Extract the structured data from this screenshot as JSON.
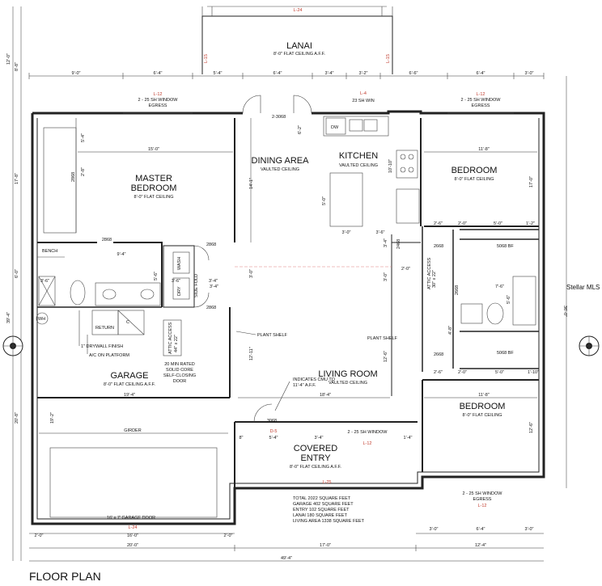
{
  "title": "FLOOR PLAN",
  "watermark": "Stellar MLS",
  "rooms": {
    "lanai": {
      "name": "LANAI",
      "ceiling": "8'-0\" FLAT CEILING A.F.F."
    },
    "dining": {
      "name": "DINING AREA",
      "ceiling": "VAULTED CEILING"
    },
    "kitchen": {
      "name": "KITCHEN",
      "ceiling": "VAULTED CEILING"
    },
    "master": {
      "name_1": "MASTER",
      "name_2": "BEDROOM",
      "ceiling": "8'-0\" FLAT CEILING"
    },
    "bed1": {
      "name": "BEDROOM",
      "ceiling": "8'-0\" FLAT CEILING"
    },
    "bed2": {
      "name": "BEDROOM",
      "ceiling": "8'-0\" FLAT CEILING"
    },
    "living": {
      "name": "LIVING ROOM",
      "ceiling": "VAULTED CEILING"
    },
    "garage": {
      "name": "GARAGE",
      "ceiling": "8'-0\" FLAT CEILING A.F.F."
    },
    "entry": {
      "name_1": "COVERED",
      "name_2": "ENTRY",
      "ceiling": "8'-0\" FLAT CEILING A.F.F."
    }
  },
  "notes": {
    "win_master": [
      "2 - 25 SH WINDOW",
      "EGRESS"
    ],
    "win_bed1": [
      "2 - 25 SH WINDOW",
      "EGRESS"
    ],
    "win_kitchen": "23 SH WIN",
    "win_bed2": [
      "2 - 25 SH WINDOW",
      "EGRESS"
    ],
    "win_entry": "2 - 25 SH WINDOW",
    "door_dining": "2-3068",
    "dw": "DW",
    "bench": "BENCH",
    "wh": "WH",
    "return": "RETURN",
    "drywall": "1\" DRYWALL FINISH",
    "ac": "A/C ON PLATFORM",
    "attic": [
      "ATTIC ACCESS",
      "44\" x 22\""
    ],
    "fire_door": [
      "20 MIN RATED",
      "SOLID CORE",
      "SELF-CLOSING",
      "DOOR"
    ],
    "plant_shelf_1": "PLANT SHELF",
    "plant_shelf_2": "PLANT SHELF",
    "cmu": [
      "INDICATES CMU TO",
      "11'-4\" A.F.F."
    ],
    "girder": "GIRDER",
    "garage_door": "16' x 7' GARAGE DOOR",
    "wash": "WASH",
    "dry": "DRY",
    "side_fold": "SIDE FOLD",
    "attic_access_small": [
      "ATTIC ACCESS",
      "30\" x 22\""
    ],
    "door_3068": "3068",
    "door_2868a": "2868",
    "door_2868b": "2868",
    "door_2868c": "2868",
    "door_2668a": "2668",
    "door_2668b": "2668",
    "door_2668c": "2668",
    "door_5068a": "5068 BF",
    "door_5068b": "5068 BF",
    "door_2468": "2468"
  },
  "labels_red": {
    "l24_top": "L-24",
    "l15a": "L-15",
    "l15b": "L-15",
    "l12a": "L-12",
    "l4": "L-4",
    "l12b": "L-12",
    "l25": "L-25",
    "l12c": "L-12",
    "l24_bot": "L-24",
    "l12d": "L-12",
    "d5": "D-5"
  },
  "dims": {
    "top": [
      "9'-0\"",
      "6'-4\"",
      "5'-4\"",
      "6'-4\"",
      "3'-4\"",
      "3'-2\"",
      "6'-6\"",
      "6'-4\"",
      "3'-0\""
    ],
    "bottom1": [
      "2'-0\"",
      "16'-0\"",
      "2'-0\"",
      "3'-0\"",
      "6'-4\"",
      "3'-0\""
    ],
    "bottom2": [
      "20'-0\"",
      "17'-0\"",
      "12'-4\""
    ],
    "overall": "49'-4\"",
    "left": [
      "12'-0\"",
      "8'-8\"",
      "17'-8\"",
      "6'-0\"",
      "39'-4\"",
      "20'-8\"",
      "19'-2\""
    ],
    "right": "36'-0\"",
    "master_width": "15'-0\"",
    "master_3a": "5'-4\"",
    "master_3b": "2'-8\"",
    "master_closet": "2868",
    "master_closet2": "2868",
    "bath_94": "9'-4\"",
    "bath_36": "3'-6\"",
    "laundry_36": "3'-6\"",
    "laundry_34": "3'-4\"",
    "laundry_56": "5'-6\"",
    "garage_194": "19'-4\"",
    "kitchen_1010": "10'-10\"",
    "island_50": "5'-0\"",
    "island_30": "3'-0\"",
    "island_36": "3'-6\"",
    "dining_62": "6'-2\"",
    "dining_141": "14'-1\"",
    "bed1_118": "11'-8\"",
    "bed1_170": "17'-0\"",
    "bed2_118": "11'-8\"",
    "bed2_126": "12'-6\"",
    "living_184": "18'-4\"",
    "living_1211": "12'-11\"",
    "living_126": "12'-6\"",
    "hall_30": "3'-0\"",
    "hall_30b": "3'-0\"",
    "hall_34": "3'-4\"",
    "bath2_26": "2'-6\"",
    "bath2_20": "2'-0\"",
    "bath2_50": "5'-0\"",
    "bath2_12": "1'-2\"",
    "bath2_76": "7'-6\"",
    "bath2_56": "5'-6\"",
    "bath2_48": "4'-8\"",
    "bath2_26b": "2'-6\"",
    "bath2_20b": "2'-0\"",
    "bath2_50b": "5'-0\"",
    "bath2_110": "1'-10\"",
    "entry_54": "5'-4\"",
    "entry_34": "3'-4\"",
    "entry_14": "1'-4\"",
    "entry_8": "8\"",
    "bed1_26": "2'-6\"",
    "bed1_20": "2'-0\""
  },
  "area": [
    "TOTAL 2022 SQUARE FEET",
    "GARAGE 402 SQUARE FEET",
    "ENTRY 102 SQUARE FEET",
    "LANAI 180 SQUARE FEET",
    "LIVING AREA 1338 SQUARE FEET"
  ]
}
